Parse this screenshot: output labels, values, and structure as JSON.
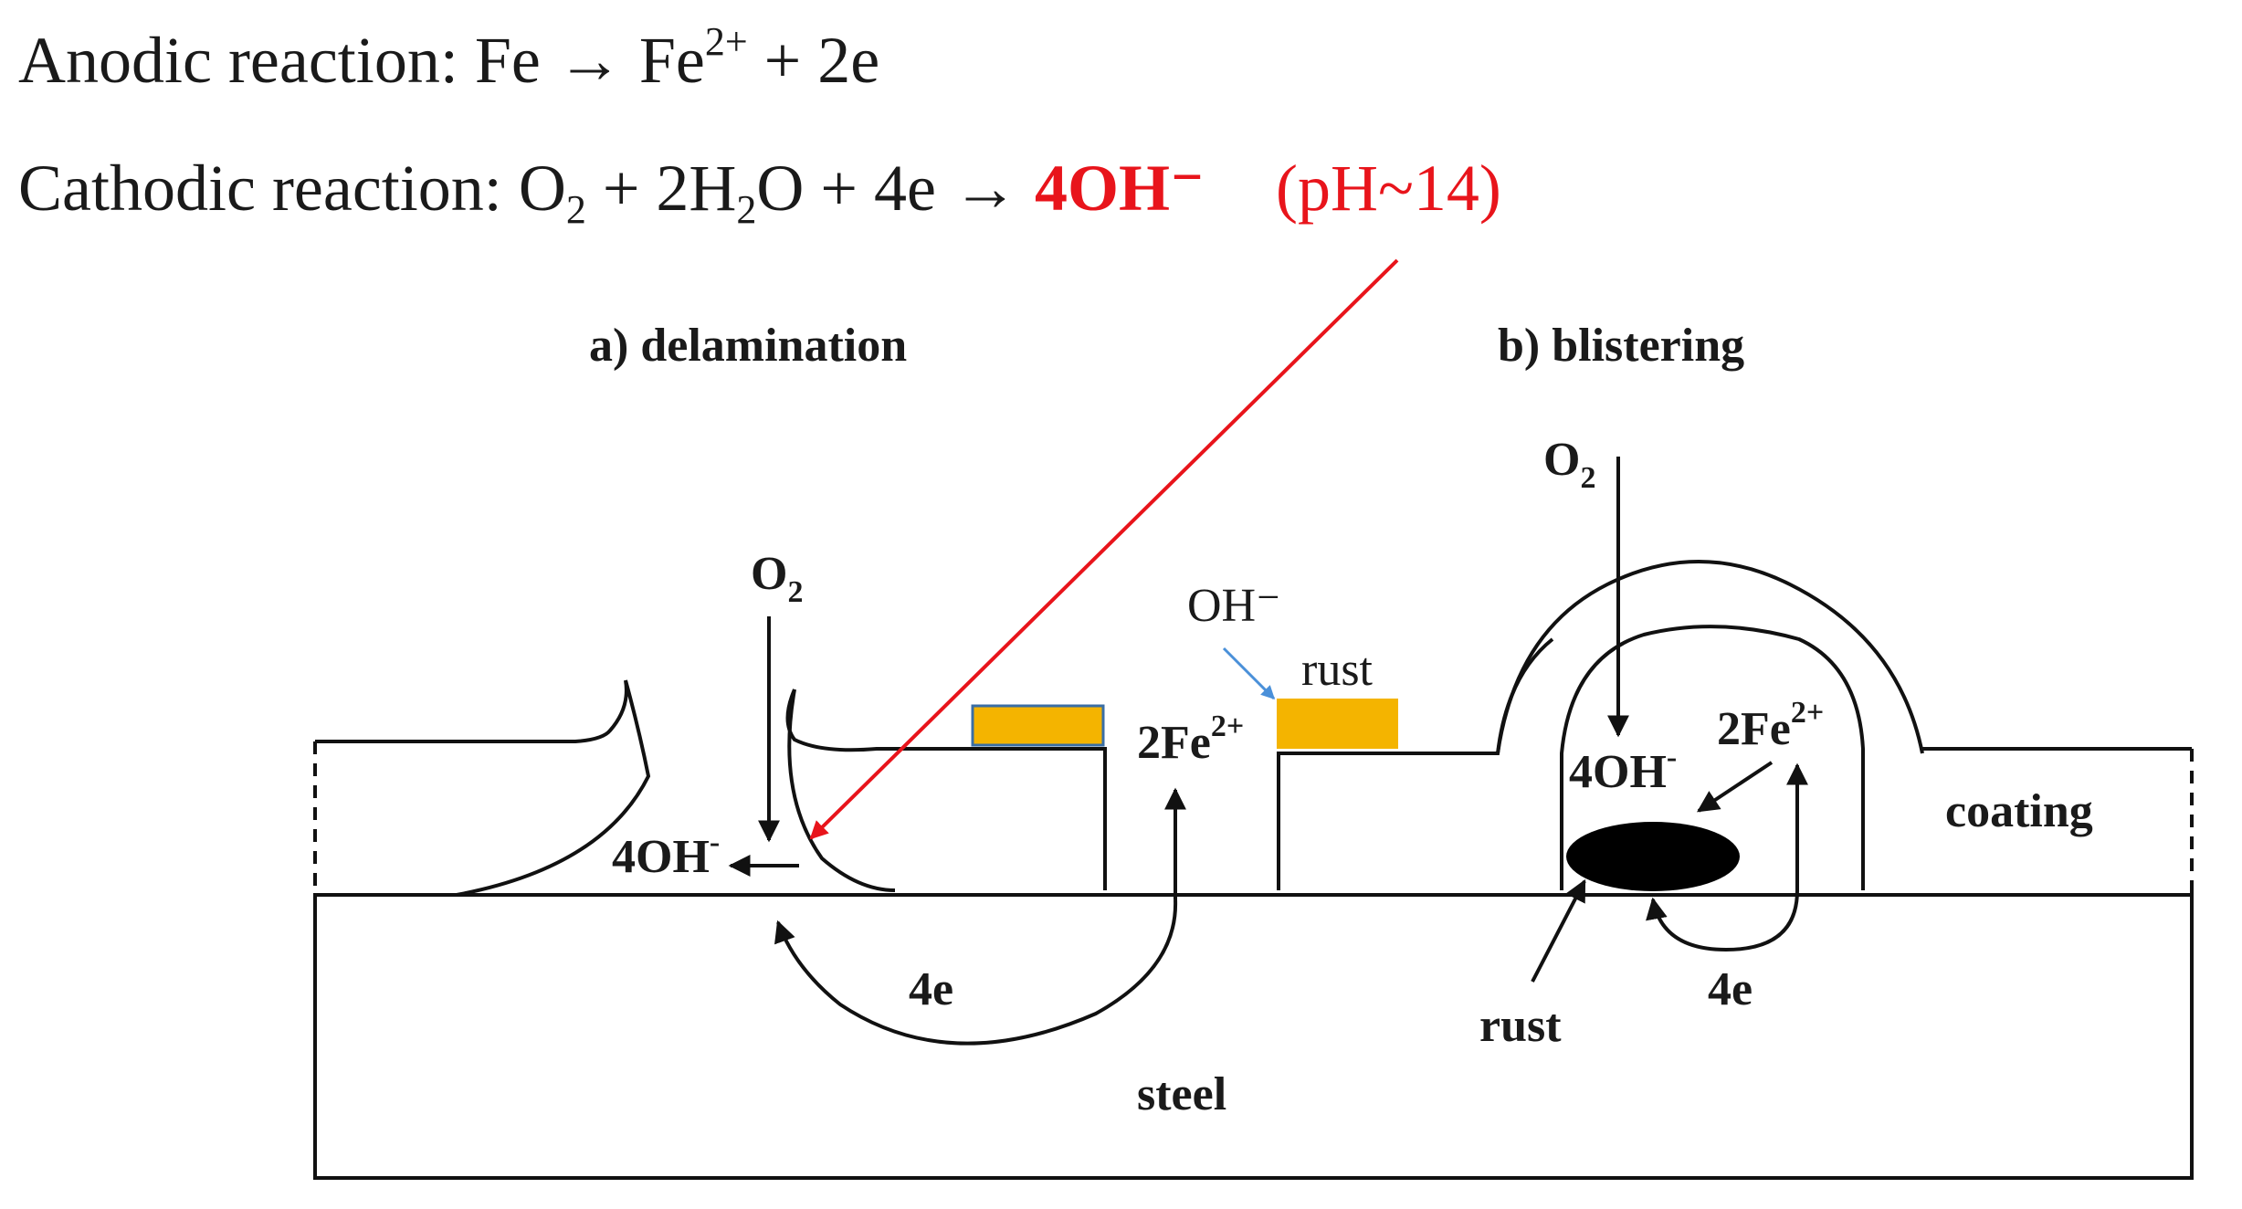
{
  "equations": {
    "anodic_label": "Anodic reaction:",
    "anodic_fe": "Fe",
    "anodic_arrow": "→",
    "anodic_fe2": "Fe",
    "anodic_fe2_charge": "2+",
    "anodic_rest": "+ 2e",
    "cathodic_label": "Cathodic reaction:",
    "cathodic_o": "O",
    "cathodic_o_sub": "2",
    "cathodic_plus_h": "+ 2H",
    "cathodic_h_sub": "2",
    "cathodic_rest": "O + 4e",
    "cathodic_arrow": "→",
    "cathodic_product": "4OH⁻",
    "cathodic_ph": "(pH~14)"
  },
  "diagram": {
    "title_a": "a) delamination",
    "title_b": "b)  blistering",
    "a_o2": "O",
    "a_o2_sub": "2",
    "a_oh": "4OH",
    "a_oh_sup": "-",
    "a_electrons": "4e",
    "a_fe": "2Fe",
    "a_fe_sup": "2+",
    "oh_label": "OH⁻",
    "rust_top": "rust",
    "b_o2": "O",
    "b_o2_sub": "2",
    "b_oh": "4OH",
    "b_oh_sup": "-",
    "b_fe": "2Fe",
    "b_fe_sup": "2+",
    "b_rust": "rust",
    "b_electrons": "4e",
    "coating": "coating",
    "steel": "steel"
  },
  "colors": {
    "rust_fill": "#f4b400",
    "highlight": "#e8141b",
    "pointer_blue": "#4a90d9"
  }
}
